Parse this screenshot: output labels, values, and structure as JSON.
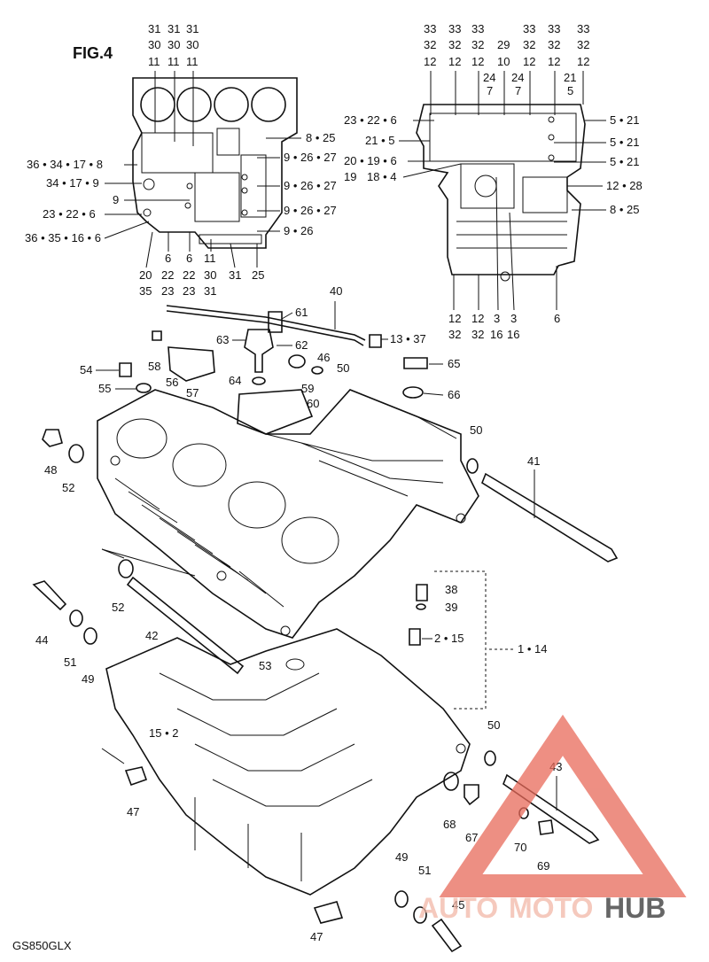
{
  "figure": {
    "title": "FIG.4",
    "model": "GS850GLX"
  },
  "watermark": {
    "text_auto": "AUTO",
    "text_moto": "MOTO",
    "text_hub": "HUB",
    "colors": {
      "auto": "#f2b8a8",
      "moto": "#f2b8a8",
      "hub": "#333333",
      "logo": "#e86a5a"
    }
  },
  "callouts": {
    "top_left_columns": [
      "31",
      "30",
      "11",
      "31",
      "30",
      "11",
      "31",
      "30",
      "11"
    ],
    "top_left_right": [
      "8 • 25",
      "9 • 26 • 27",
      "9 • 26 • 27",
      "9 • 26 • 27",
      "9 • 26"
    ],
    "top_left_left": [
      "36 • 34 • 17 • 8",
      "34 • 17 • 9",
      "9",
      "23 • 22 • 6",
      "36 • 35 • 16 • 6"
    ],
    "top_left_bottom": [
      "20",
      "35",
      "6",
      "22",
      "23",
      "6",
      "22",
      "23",
      "11",
      "30",
      "31",
      "31",
      "25"
    ],
    "top_right_columns": [
      "33",
      "32",
      "12",
      "33",
      "32",
      "12",
      "33",
      "32",
      "12",
      "29",
      "10",
      "24",
      "7",
      "24",
      "7",
      "33",
      "32",
      "12",
      "33",
      "32",
      "12",
      "33",
      "32",
      "12",
      "21",
      "5"
    ],
    "top_right_left": [
      "23 • 22 • 6",
      "21 • 5",
      "20 • 19 • 6",
      "19",
      "18 • 4"
    ],
    "top_right_right": [
      "5 • 21",
      "5 • 21",
      "5 • 21",
      "12 • 28",
      "8 • 25"
    ],
    "top_right_bottom": [
      "12",
      "32",
      "12",
      "32",
      "3",
      "16",
      "3",
      "16",
      "6"
    ],
    "main": [
      "40",
      "61",
      "63",
      "62",
      "13 • 37",
      "58",
      "54",
      "55",
      "56",
      "57",
      "46",
      "50",
      "65",
      "66",
      "64",
      "59",
      "60",
      "48",
      "52",
      "50",
      "41",
      "52",
      "38",
      "39",
      "44",
      "42",
      "51",
      "49",
      "2 • 15",
      "1 • 14",
      "53",
      "15 • 2",
      "50",
      "43",
      "47",
      "68",
      "67",
      "70",
      "69",
      "49",
      "51",
      "45",
      "47"
    ]
  }
}
